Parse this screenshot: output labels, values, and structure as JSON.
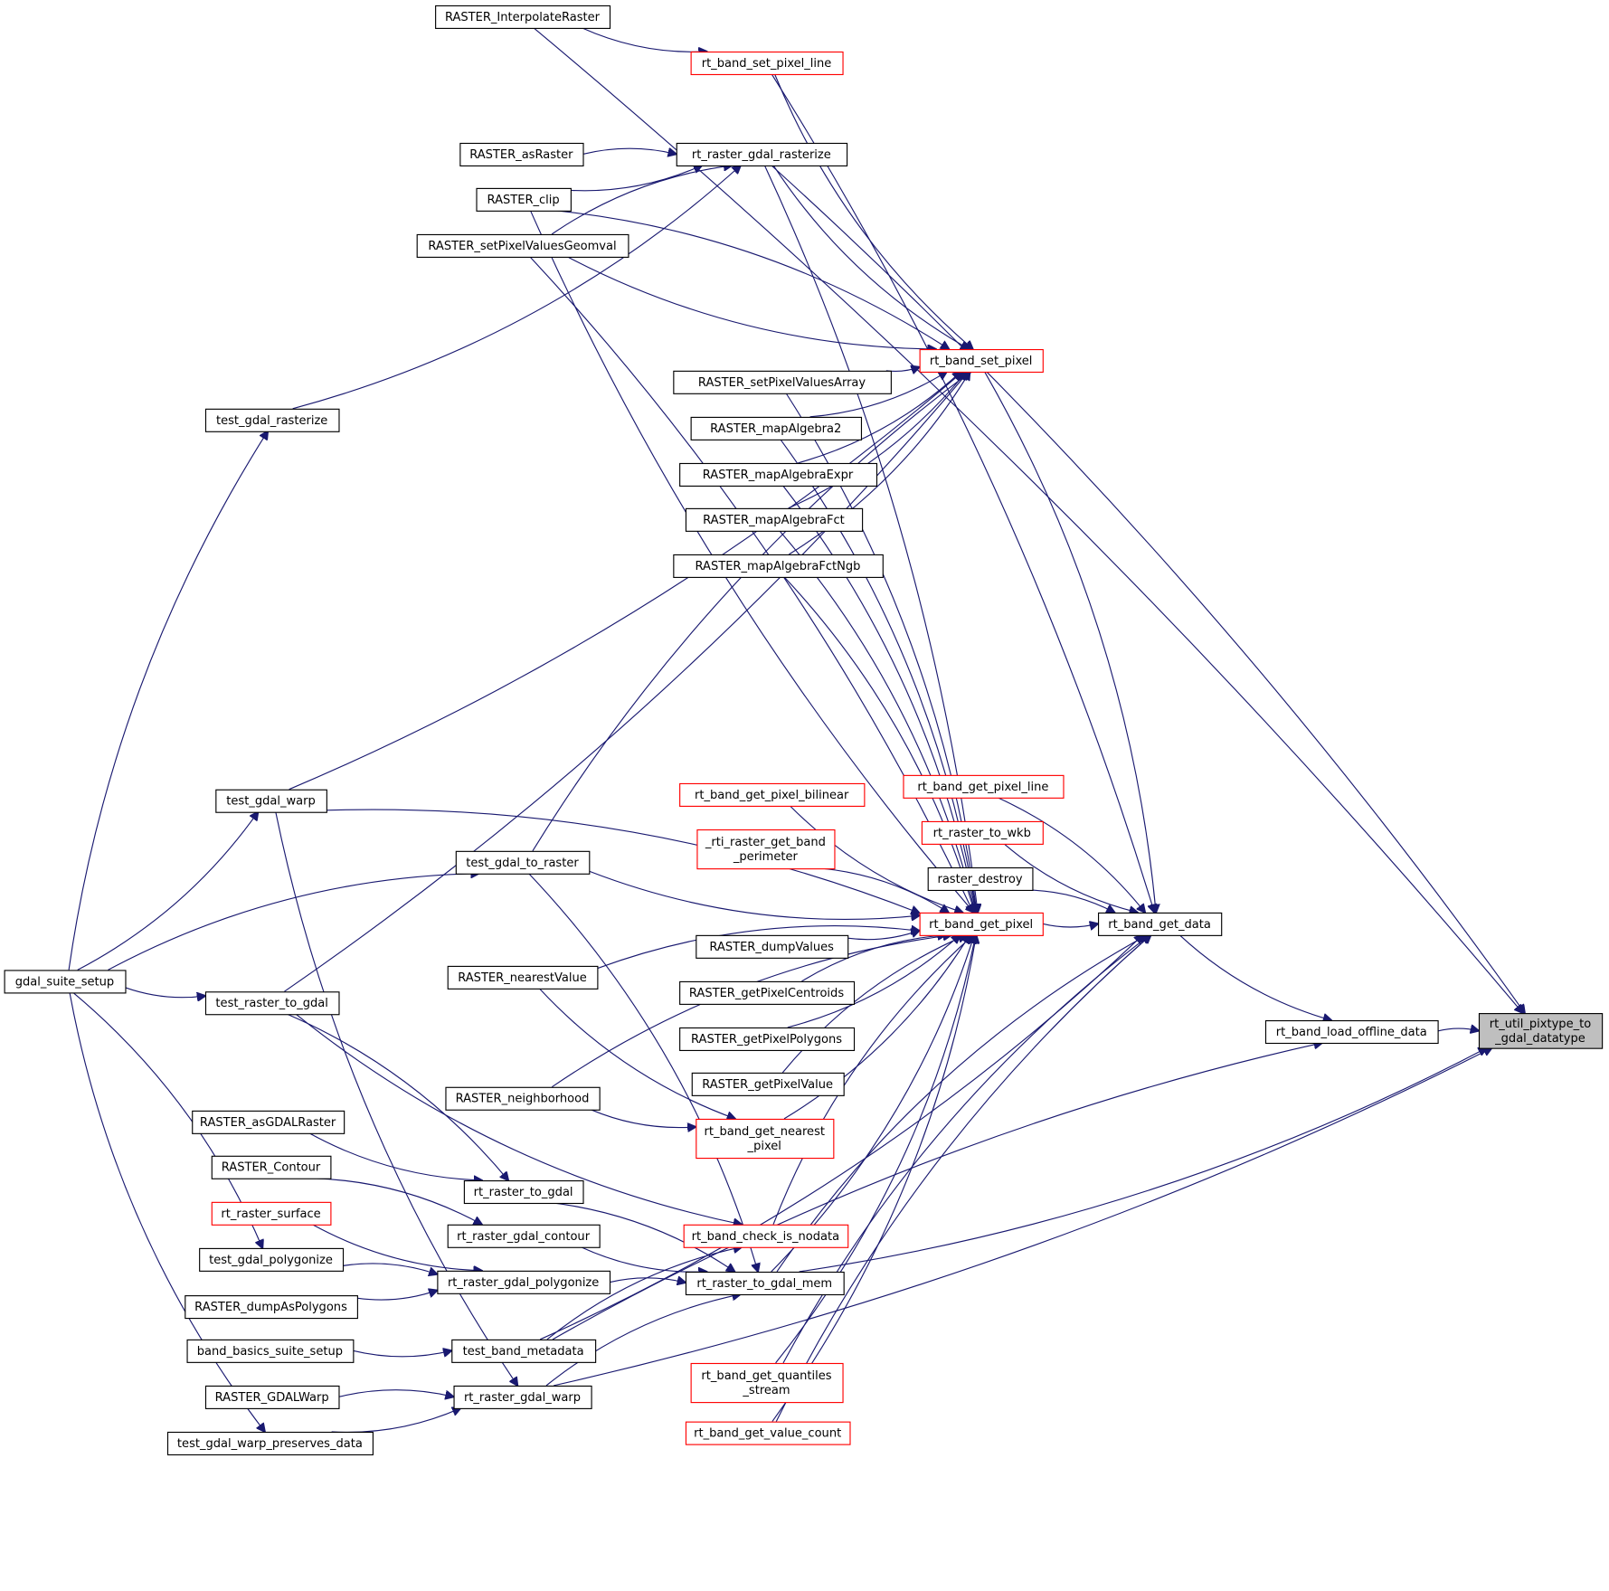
{
  "diagram": {
    "type": "doxygen-caller-graph",
    "edge_color": "#191970",
    "highlight_border_color": "#ff0000",
    "root_fill_color": "#bfbfbf",
    "root": "rt_util_pixtype_to_gdal_datatype",
    "nodes": [
      {
        "id": "rt_util_pixtype_to_gdal_datatype",
        "lines": [
          "rt_util_pixtype_to",
          "_gdal_datatype"
        ],
        "style": "root"
      },
      {
        "id": "RASTER_InterpolateRaster",
        "lines": [
          "RASTER_InterpolateRaster"
        ],
        "style": "normal"
      },
      {
        "id": "rt_band_set_pixel_line",
        "lines": [
          "rt_band_set_pixel_line"
        ],
        "style": "red"
      },
      {
        "id": "rt_raster_gdal_rasterize",
        "lines": [
          "rt_raster_gdal_rasterize"
        ],
        "style": "normal"
      },
      {
        "id": "RASTER_asRaster",
        "lines": [
          "RASTER_asRaster"
        ],
        "style": "normal"
      },
      {
        "id": "RASTER_clip",
        "lines": [
          "RASTER_clip"
        ],
        "style": "normal"
      },
      {
        "id": "RASTER_setPixelValuesGeomval",
        "lines": [
          "RASTER_setPixelValuesGeomval"
        ],
        "style": "normal"
      },
      {
        "id": "rt_band_set_pixel",
        "lines": [
          "rt_band_set_pixel"
        ],
        "style": "red"
      },
      {
        "id": "RASTER_setPixelValuesArray",
        "lines": [
          "RASTER_setPixelValuesArray"
        ],
        "style": "normal"
      },
      {
        "id": "RASTER_mapAlgebra2",
        "lines": [
          "RASTER_mapAlgebra2"
        ],
        "style": "normal"
      },
      {
        "id": "RASTER_mapAlgebraExpr",
        "lines": [
          "RASTER_mapAlgebraExpr"
        ],
        "style": "normal"
      },
      {
        "id": "RASTER_mapAlgebraFct",
        "lines": [
          "RASTER_mapAlgebraFct"
        ],
        "style": "normal"
      },
      {
        "id": "RASTER_mapAlgebraFctNgb",
        "lines": [
          "RASTER_mapAlgebraFctNgb"
        ],
        "style": "normal"
      },
      {
        "id": "test_gdal_rasterize",
        "lines": [
          "test_gdal_rasterize"
        ],
        "style": "normal"
      },
      {
        "id": "test_gdal_warp",
        "lines": [
          "test_gdal_warp"
        ],
        "style": "normal"
      },
      {
        "id": "rt_band_get_pixel_bilinear",
        "lines": [
          "rt_band_get_pixel_bilinear"
        ],
        "style": "red"
      },
      {
        "id": "rt_band_get_pixel_line",
        "lines": [
          "rt_band_get_pixel_line"
        ],
        "style": "red"
      },
      {
        "id": "_rti_raster_get_band_perimeter",
        "lines": [
          "_rti_raster_get_band",
          "_perimeter"
        ],
        "style": "red"
      },
      {
        "id": "rt_raster_to_wkb",
        "lines": [
          "rt_raster_to_wkb"
        ],
        "style": "red"
      },
      {
        "id": "test_gdal_to_raster",
        "lines": [
          "test_gdal_to_raster"
        ],
        "style": "normal"
      },
      {
        "id": "raster_destroy",
        "lines": [
          "raster_destroy"
        ],
        "style": "normal"
      },
      {
        "id": "rt_band_get_pixel",
        "lines": [
          "rt_band_get_pixel"
        ],
        "style": "red"
      },
      {
        "id": "rt_band_get_data",
        "lines": [
          "rt_band_get_data"
        ],
        "style": "normal"
      },
      {
        "id": "RASTER_dumpValues",
        "lines": [
          "RASTER_dumpValues"
        ],
        "style": "normal"
      },
      {
        "id": "gdal_suite_setup",
        "lines": [
          "gdal_suite_setup"
        ],
        "style": "normal"
      },
      {
        "id": "RASTER_nearestValue",
        "lines": [
          "RASTER_nearestValue"
        ],
        "style": "normal"
      },
      {
        "id": "RASTER_getPixelCentroids",
        "lines": [
          "RASTER_getPixelCentroids"
        ],
        "style": "normal"
      },
      {
        "id": "test_raster_to_gdal",
        "lines": [
          "test_raster_to_gdal"
        ],
        "style": "normal"
      },
      {
        "id": "rt_band_load_offline_data",
        "lines": [
          "rt_band_load_offline_data"
        ],
        "style": "normal"
      },
      {
        "id": "RASTER_getPixelPolygons",
        "lines": [
          "RASTER_getPixelPolygons"
        ],
        "style": "normal"
      },
      {
        "id": "RASTER_getPixelValue",
        "lines": [
          "RASTER_getPixelValue"
        ],
        "style": "normal"
      },
      {
        "id": "RASTER_neighborhood",
        "lines": [
          "RASTER_neighborhood"
        ],
        "style": "normal"
      },
      {
        "id": "rt_band_get_nearest_pixel",
        "lines": [
          "rt_band_get_nearest",
          "_pixel"
        ],
        "style": "red"
      },
      {
        "id": "RASTER_asGDALRaster",
        "lines": [
          "RASTER_asGDALRaster"
        ],
        "style": "normal"
      },
      {
        "id": "RASTER_Contour",
        "lines": [
          "RASTER_Contour"
        ],
        "style": "normal"
      },
      {
        "id": "rt_raster_to_gdal",
        "lines": [
          "rt_raster_to_gdal"
        ],
        "style": "normal"
      },
      {
        "id": "rt_raster_surface",
        "lines": [
          "rt_raster_surface"
        ],
        "style": "red"
      },
      {
        "id": "rt_raster_gdal_contour",
        "lines": [
          "rt_raster_gdal_contour"
        ],
        "style": "normal"
      },
      {
        "id": "rt_band_check_is_nodata",
        "lines": [
          "rt_band_check_is_nodata"
        ],
        "style": "red"
      },
      {
        "id": "test_gdal_polygonize",
        "lines": [
          "test_gdal_polygonize"
        ],
        "style": "normal"
      },
      {
        "id": "rt_raster_gdal_polygonize",
        "lines": [
          "rt_raster_gdal_polygonize"
        ],
        "style": "normal"
      },
      {
        "id": "rt_raster_to_gdal_mem",
        "lines": [
          "rt_raster_to_gdal_mem"
        ],
        "style": "normal"
      },
      {
        "id": "RASTER_dumpAsPolygons",
        "lines": [
          "RASTER_dumpAsPolygons"
        ],
        "style": "normal"
      },
      {
        "id": "band_basics_suite_setup",
        "lines": [
          "band_basics_suite_setup"
        ],
        "style": "normal"
      },
      {
        "id": "test_band_metadata",
        "lines": [
          "test_band_metadata"
        ],
        "style": "normal"
      },
      {
        "id": "rt_band_get_quantiles_stream",
        "lines": [
          "rt_band_get_quantiles",
          "_stream"
        ],
        "style": "red"
      },
      {
        "id": "RASTER_GDALWarp",
        "lines": [
          "RASTER_GDALWarp"
        ],
        "style": "normal"
      },
      {
        "id": "rt_raster_gdal_warp",
        "lines": [
          "rt_raster_gdal_warp"
        ],
        "style": "normal"
      },
      {
        "id": "rt_band_get_value_count",
        "lines": [
          "rt_band_get_value_count"
        ],
        "style": "red"
      },
      {
        "id": "test_gdal_warp_preserves_data",
        "lines": [
          "test_gdal_warp_preserves_data"
        ],
        "style": "normal"
      }
    ],
    "edges": [
      [
        "RASTER_InterpolateRaster",
        "rt_util_pixtype_to_gdal_datatype"
      ],
      [
        "RASTER_InterpolateRaster",
        "rt_band_set_pixel_line"
      ],
      [
        "rt_band_set_pixel_line",
        "rt_band_get_data"
      ],
      [
        "rt_band_set_pixel_line",
        "rt_band_set_pixel"
      ],
      [
        "RASTER_asRaster",
        "rt_raster_gdal_rasterize"
      ],
      [
        "RASTER_clip",
        "rt_raster_gdal_rasterize"
      ],
      [
        "RASTER_clip",
        "rt_band_set_pixel"
      ],
      [
        "RASTER_clip",
        "rt_band_get_pixel"
      ],
      [
        "RASTER_setPixelValuesGeomval",
        "rt_raster_gdal_rasterize"
      ],
      [
        "RASTER_setPixelValuesGeomval",
        "rt_band_set_pixel"
      ],
      [
        "RASTER_setPixelValuesGeomval",
        "rt_band_get_pixel"
      ],
      [
        "test_gdal_rasterize",
        "rt_raster_gdal_rasterize"
      ],
      [
        "rt_raster_gdal_rasterize",
        "rt_util_pixtype_to_gdal_datatype"
      ],
      [
        "rt_raster_gdal_rasterize",
        "rt_band_set_pixel"
      ],
      [
        "rt_raster_gdal_rasterize",
        "rt_band_get_pixel"
      ],
      [
        "RASTER_setPixelValuesArray",
        "rt_band_set_pixel"
      ],
      [
        "RASTER_setPixelValuesArray",
        "rt_band_get_pixel"
      ],
      [
        "RASTER_mapAlgebra2",
        "rt_band_set_pixel"
      ],
      [
        "RASTER_mapAlgebra2",
        "rt_band_get_pixel"
      ],
      [
        "RASTER_mapAlgebraExpr",
        "rt_band_set_pixel"
      ],
      [
        "RASTER_mapAlgebraExpr",
        "rt_band_get_pixel"
      ],
      [
        "RASTER_mapAlgebraFct",
        "rt_band_set_pixel"
      ],
      [
        "RASTER_mapAlgebraFct",
        "rt_band_get_pixel"
      ],
      [
        "RASTER_mapAlgebraFctNgb",
        "rt_band_set_pixel"
      ],
      [
        "RASTER_mapAlgebraFctNgb",
        "rt_band_get_pixel"
      ],
      [
        "test_gdal_warp",
        "rt_band_set_pixel"
      ],
      [
        "test_gdal_warp",
        "rt_band_get_pixel"
      ],
      [
        "test_gdal_warp",
        "rt_raster_gdal_warp"
      ],
      [
        "test_gdal_to_raster",
        "rt_band_set_pixel"
      ],
      [
        "test_gdal_to_raster",
        "rt_band_get_pixel"
      ],
      [
        "test_gdal_to_raster",
        "rt_raster_to_gdal_mem"
      ],
      [
        "test_raster_to_gdal",
        "rt_band_set_pixel"
      ],
      [
        "test_raster_to_gdal",
        "rt_raster_to_gdal"
      ],
      [
        "test_raster_to_gdal",
        "rt_band_check_is_nodata"
      ],
      [
        "rt_band_set_pixel",
        "rt_band_get_data"
      ],
      [
        "rt_band_get_pixel_bilinear",
        "rt_band_get_pixel"
      ],
      [
        "_rti_raster_get_band_perimeter",
        "rt_band_get_pixel"
      ],
      [
        "RASTER_dumpValues",
        "rt_band_get_pixel"
      ],
      [
        "RASTER_nearestValue",
        "rt_band_get_pixel"
      ],
      [
        "RASTER_nearestValue",
        "rt_band_get_nearest_pixel"
      ],
      [
        "RASTER_getPixelCentroids",
        "rt_band_get_pixel"
      ],
      [
        "RASTER_getPixelPolygons",
        "rt_band_get_pixel"
      ],
      [
        "RASTER_getPixelValue",
        "rt_band_get_pixel"
      ],
      [
        "RASTER_neighborhood",
        "rt_band_get_nearest_pixel"
      ],
      [
        "RASTER_neighborhood",
        "rt_band_get_pixel"
      ],
      [
        "rt_band_get_nearest_pixel",
        "rt_band_get_pixel"
      ],
      [
        "rt_band_check_is_nodata",
        "rt_band_get_pixel"
      ],
      [
        "rt_raster_to_gdal_mem",
        "rt_band_get_pixel"
      ],
      [
        "rt_raster_to_gdal_mem",
        "rt_band_get_data"
      ],
      [
        "rt_raster_to_gdal_mem",
        "rt_util_pixtype_to_gdal_datatype"
      ],
      [
        "test_band_metadata",
        "rt_band_check_is_nodata"
      ],
      [
        "test_band_metadata",
        "rt_band_get_data"
      ],
      [
        "test_band_metadata",
        "rt_band_load_offline_data"
      ],
      [
        "rt_band_get_quantiles_stream",
        "rt_band_get_pixel"
      ],
      [
        "rt_band_get_quantiles_stream",
        "rt_band_get_data"
      ],
      [
        "rt_band_get_value_count",
        "rt_band_get_pixel"
      ],
      [
        "rt_band_get_value_count",
        "rt_band_get_data"
      ],
      [
        "rt_band_get_pixel",
        "rt_band_get_data"
      ],
      [
        "rt_band_get_pixel_line",
        "rt_band_get_data"
      ],
      [
        "rt_raster_to_wkb",
        "rt_band_get_data"
      ],
      [
        "raster_destroy",
        "rt_band_get_data"
      ],
      [
        "rt_band_get_data",
        "rt_band_load_offline_data"
      ],
      [
        "rt_band_load_offline_data",
        "rt_util_pixtype_to_gdal_datatype"
      ],
      [
        "rt_raster_gdal_warp",
        "rt_util_pixtype_to_gdal_datatype"
      ],
      [
        "rt_raster_gdal_warp",
        "rt_raster_to_gdal_mem"
      ],
      [
        "RASTER_asGDALRaster",
        "rt_raster_to_gdal"
      ],
      [
        "RASTER_Contour",
        "rt_raster_gdal_contour"
      ],
      [
        "rt_raster_surface",
        "rt_raster_gdal_polygonize"
      ],
      [
        "test_gdal_polygonize",
        "rt_raster_gdal_polygonize"
      ],
      [
        "RASTER_dumpAsPolygons",
        "rt_raster_gdal_polygonize"
      ],
      [
        "rt_raster_to_gdal",
        "rt_raster_to_gdal_mem"
      ],
      [
        "rt_raster_gdal_contour",
        "rt_raster_to_gdal_mem"
      ],
      [
        "rt_raster_gdal_polygonize",
        "rt_raster_to_gdal_mem"
      ],
      [
        "band_basics_suite_setup",
        "test_band_metadata"
      ],
      [
        "RASTER_GDALWarp",
        "rt_raster_gdal_warp"
      ],
      [
        "test_gdal_warp_preserves_data",
        "rt_raster_gdal_warp"
      ],
      [
        "gdal_suite_setup",
        "test_gdal_rasterize"
      ],
      [
        "gdal_suite_setup",
        "test_gdal_warp"
      ],
      [
        "gdal_suite_setup",
        "test_gdal_to_raster"
      ],
      [
        "gdal_suite_setup",
        "test_raster_to_gdal"
      ],
      [
        "gdal_suite_setup",
        "test_gdal_polygonize"
      ],
      [
        "gdal_suite_setup",
        "test_gdal_warp_preserves_data"
      ]
    ]
  }
}
